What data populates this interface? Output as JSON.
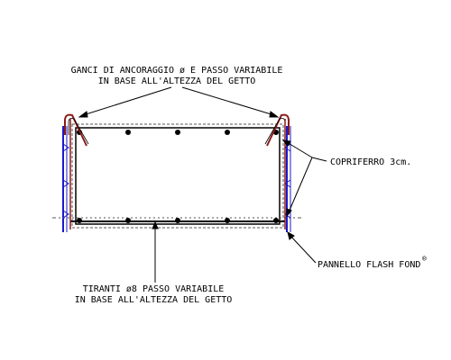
{
  "labels": {
    "ganci_line1": "GANCI DI ANCORAGGIO ø E PASSO VARIABILE",
    "ganci_line2": "IN BASE ALL'ALTEZZA DEL GETTO",
    "copriferro": "COPRIFERRO 3cm.",
    "pannello": "PANNELLO FLASH FOND",
    "pannello_mark": "®",
    "tiranti_line1": "TIRANTI ø8 PASSO VARIABILE",
    "tiranti_line2": "IN BASE ALL'ALTEZZA DEL GETTO"
  },
  "colors": {
    "line": "#000000",
    "rebar": "#8b1a1a",
    "panel": "#1a1acc",
    "dash": "#555555"
  }
}
